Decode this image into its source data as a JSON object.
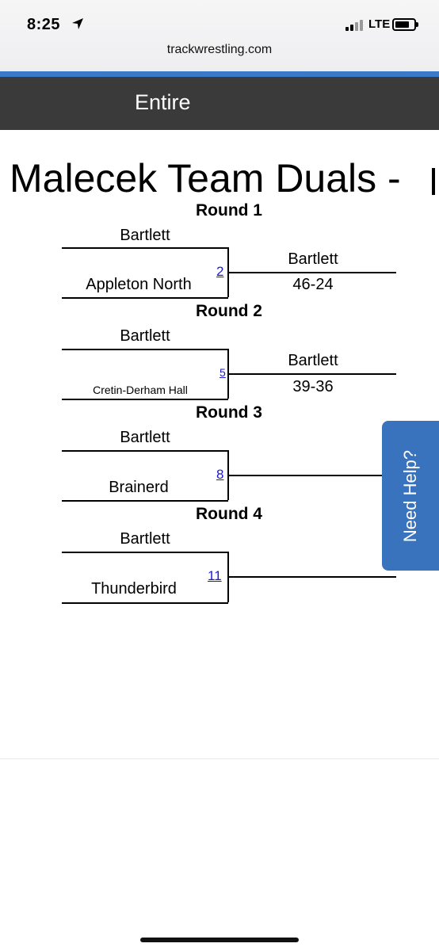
{
  "status_bar": {
    "time": "8:25",
    "network": "LTE",
    "location_icon": "location-arrow-icon",
    "signal_icon": "signal-bars-icon",
    "battery_icon": "battery-icon"
  },
  "browser": {
    "url": "trackwrestling.com",
    "accent_color": "#3a78c8"
  },
  "header": {
    "title": "Entire",
    "background": "#3a3a3a"
  },
  "page": {
    "title": "Malecek Team Duals - "
  },
  "rounds": [
    {
      "label": "Round 1",
      "top_team": "Bartlett",
      "bottom_team": "Appleton North",
      "match_number": "2",
      "winner": "Bartlett",
      "score": "46-24"
    },
    {
      "label": "Round 2",
      "top_team": "Bartlett",
      "bottom_team": "Cretin-Derham Hall",
      "match_number": "5",
      "winner": "Bartlett",
      "score": "39-36"
    },
    {
      "label": "Round 3",
      "top_team": "Bartlett",
      "bottom_team": "Brainerd",
      "match_number": "8",
      "winner": "",
      "score": ""
    },
    {
      "label": "Round 4",
      "top_team": "Bartlett",
      "bottom_team": "Thunderbird",
      "match_number": "11",
      "winner": "",
      "score": ""
    }
  ],
  "help_tab": {
    "label": "Need Help?",
    "background": "#3a73bd"
  }
}
